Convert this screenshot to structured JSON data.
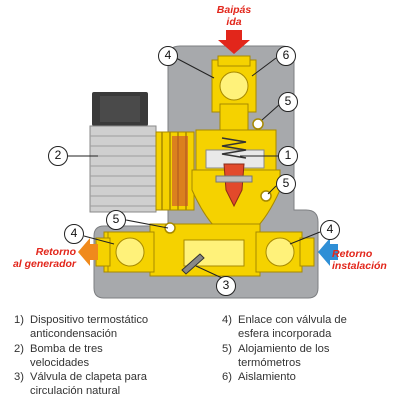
{
  "labels": {
    "top": "Baipás\nida",
    "left": "Retorno\nal generador",
    "right": "Retorno\ninstalación"
  },
  "callouts": {
    "c1": "1",
    "c2": "2",
    "c3": "3",
    "c4a": "4",
    "c4b": "4",
    "c4c": "4",
    "c5a": "5",
    "c5b": "5",
    "c5c": "5",
    "c6": "6"
  },
  "legend": [
    {
      "num": "1)",
      "text": "Dispositivo termostático\nanticondensación"
    },
    {
      "num": "2)",
      "text": "Bomba de tres\nvelocidades"
    },
    {
      "num": "3)",
      "text": "Válvula de clapeta para\ncirculación natural"
    },
    {
      "num": "4)",
      "text": "Enlace con válvula de\nesfera incorporada"
    },
    {
      "num": "5)",
      "text": "Alojamiento de los\ntermómetros"
    },
    {
      "num": "6)",
      "text": "Aislamiento"
    }
  ],
  "colors": {
    "insulation": "#a7a9ac",
    "brass": "#f5d200",
    "brass_dark": "#c9a400",
    "arrow_red": "#e2261b",
    "arrow_orange": "#f08a1c",
    "arrow_blue": "#2f8fd6",
    "spring_red": "#e24a2b",
    "pump_body": "#c8c8c8",
    "pump_head": "#3a3a3a"
  }
}
